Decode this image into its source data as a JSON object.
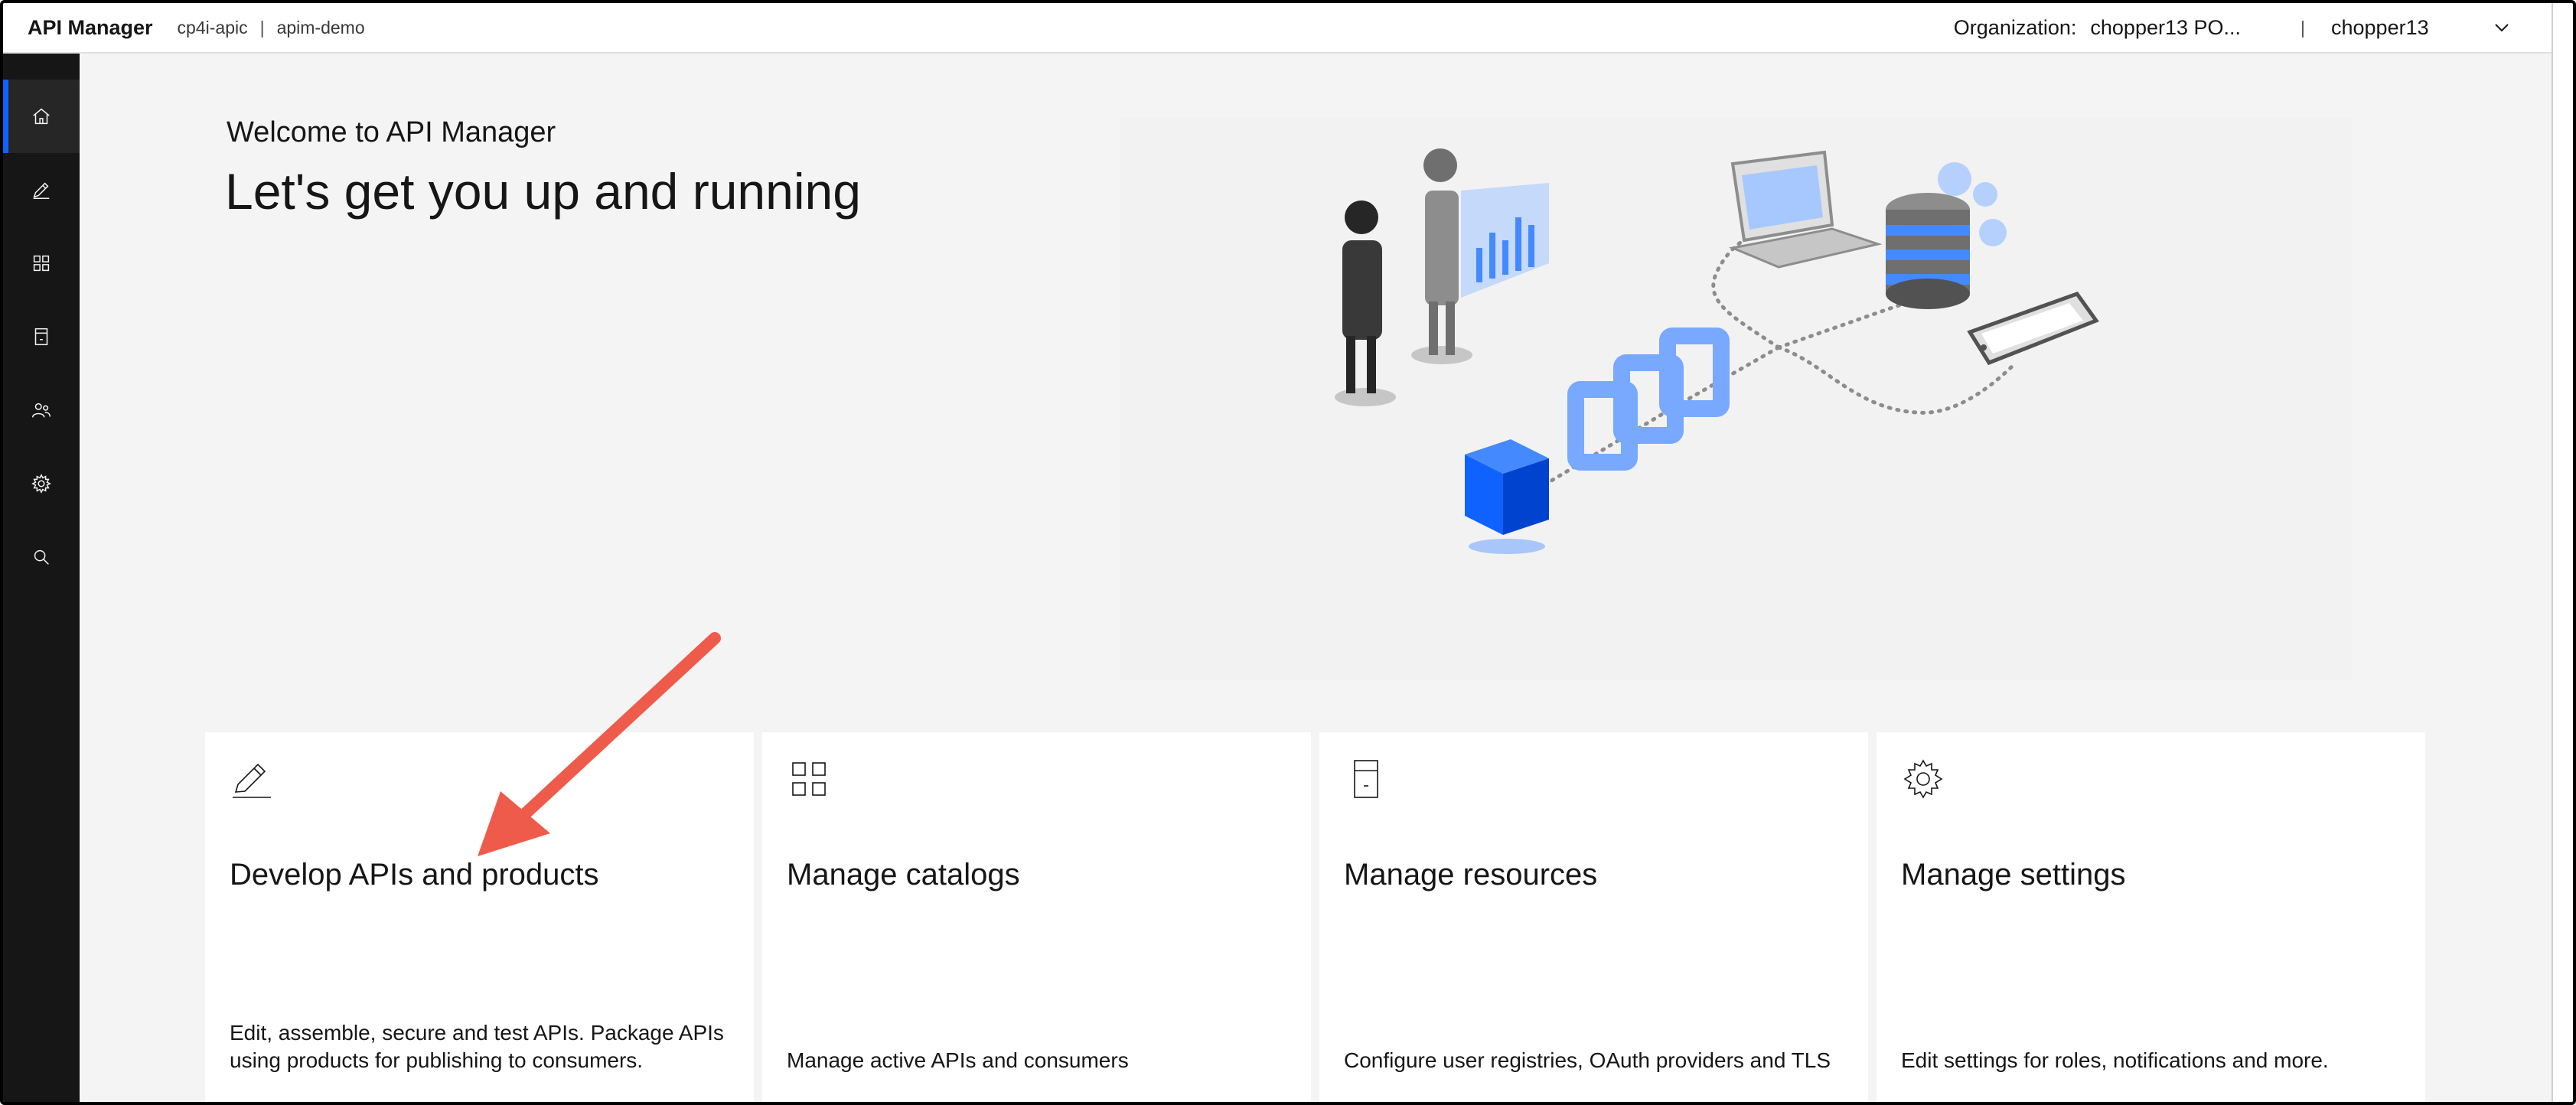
{
  "header": {
    "app_name": "API Manager",
    "breadcrumb": [
      "cp4i-apic",
      "apim-demo"
    ],
    "breadcrumb_separator": "|",
    "organization_label": "Organization:",
    "organization_value": "chopper13 PO...",
    "user_separator": "|",
    "user_name": "chopper13",
    "dropdown_icon": "chevron-down-icon"
  },
  "sidebar": {
    "items": [
      {
        "icon": "home-icon",
        "active": true
      },
      {
        "icon": "edit-icon",
        "active": false
      },
      {
        "icon": "catalog-grid-icon",
        "active": false
      },
      {
        "icon": "resources-icon",
        "active": false
      },
      {
        "icon": "members-icon",
        "active": false
      },
      {
        "icon": "settings-icon",
        "active": false
      },
      {
        "icon": "search-icon",
        "active": false
      }
    ]
  },
  "hero": {
    "welcome": "Welcome to API Manager",
    "title": "Let's get you up and running"
  },
  "cards": [
    {
      "icon": "edit-icon",
      "title": "Develop APIs and products",
      "description": "Edit, assemble, secure and test APIs. Package APIs using products for publishing to consumers."
    },
    {
      "icon": "catalog-grid-icon",
      "title": "Manage catalogs",
      "description": "Manage active APIs and consumers"
    },
    {
      "icon": "resources-icon",
      "title": "Manage resources",
      "description": "Configure user registries, OAuth providers and TLS"
    },
    {
      "icon": "settings-icon",
      "title": "Manage settings",
      "description": "Edit settings for roles, notifications and more."
    }
  ],
  "colors": {
    "accent": "#0f62fe",
    "sidebar_bg": "#161616",
    "annotation_arrow": "#ef5b4b"
  }
}
